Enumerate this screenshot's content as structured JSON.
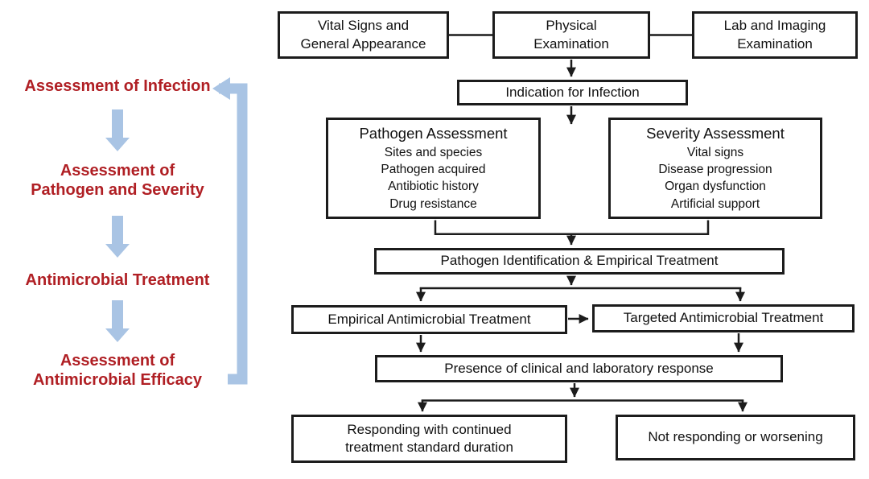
{
  "palette": {
    "step_text_red": "#b01f24",
    "cycle_arrow_blue": "#a9c4e4",
    "line_black": "#1c1c1c",
    "box_background": "#ffffff"
  },
  "cycle_panel": {
    "steps": [
      "Assessment of Infection",
      "Assessment of\nPathogen and Severity",
      "Antimicrobial Treatment",
      "Assessment of\nAntimicrobial Efficacy"
    ]
  },
  "flowchart": {
    "vital": "Vital Signs and\nGeneral Appearance",
    "physical": "Physical\nExamination",
    "lab": "Lab and Imaging\nExamination",
    "indication": "Indication for Infection",
    "pathogen_box": {
      "title": "Pathogen Assessment",
      "items": [
        "Sites and species",
        "Pathogen acquired",
        "Antibiotic history",
        "Drug resistance"
      ]
    },
    "severity_box": {
      "title": "Severity Assessment",
      "items": [
        "Vital signs",
        "Disease progression",
        "Organ dysfunction",
        "Artificial support"
      ]
    },
    "path_id": "Pathogen Identification & Empirical Treatment",
    "empirical": "Empirical Antimicrobial Treatment",
    "targeted": "Targeted Antimicrobial Treatment",
    "response": "Presence of clinical and laboratory response",
    "responding": "Responding with continued\ntreatment standard duration",
    "not_responding": "Not responding or worsening"
  }
}
